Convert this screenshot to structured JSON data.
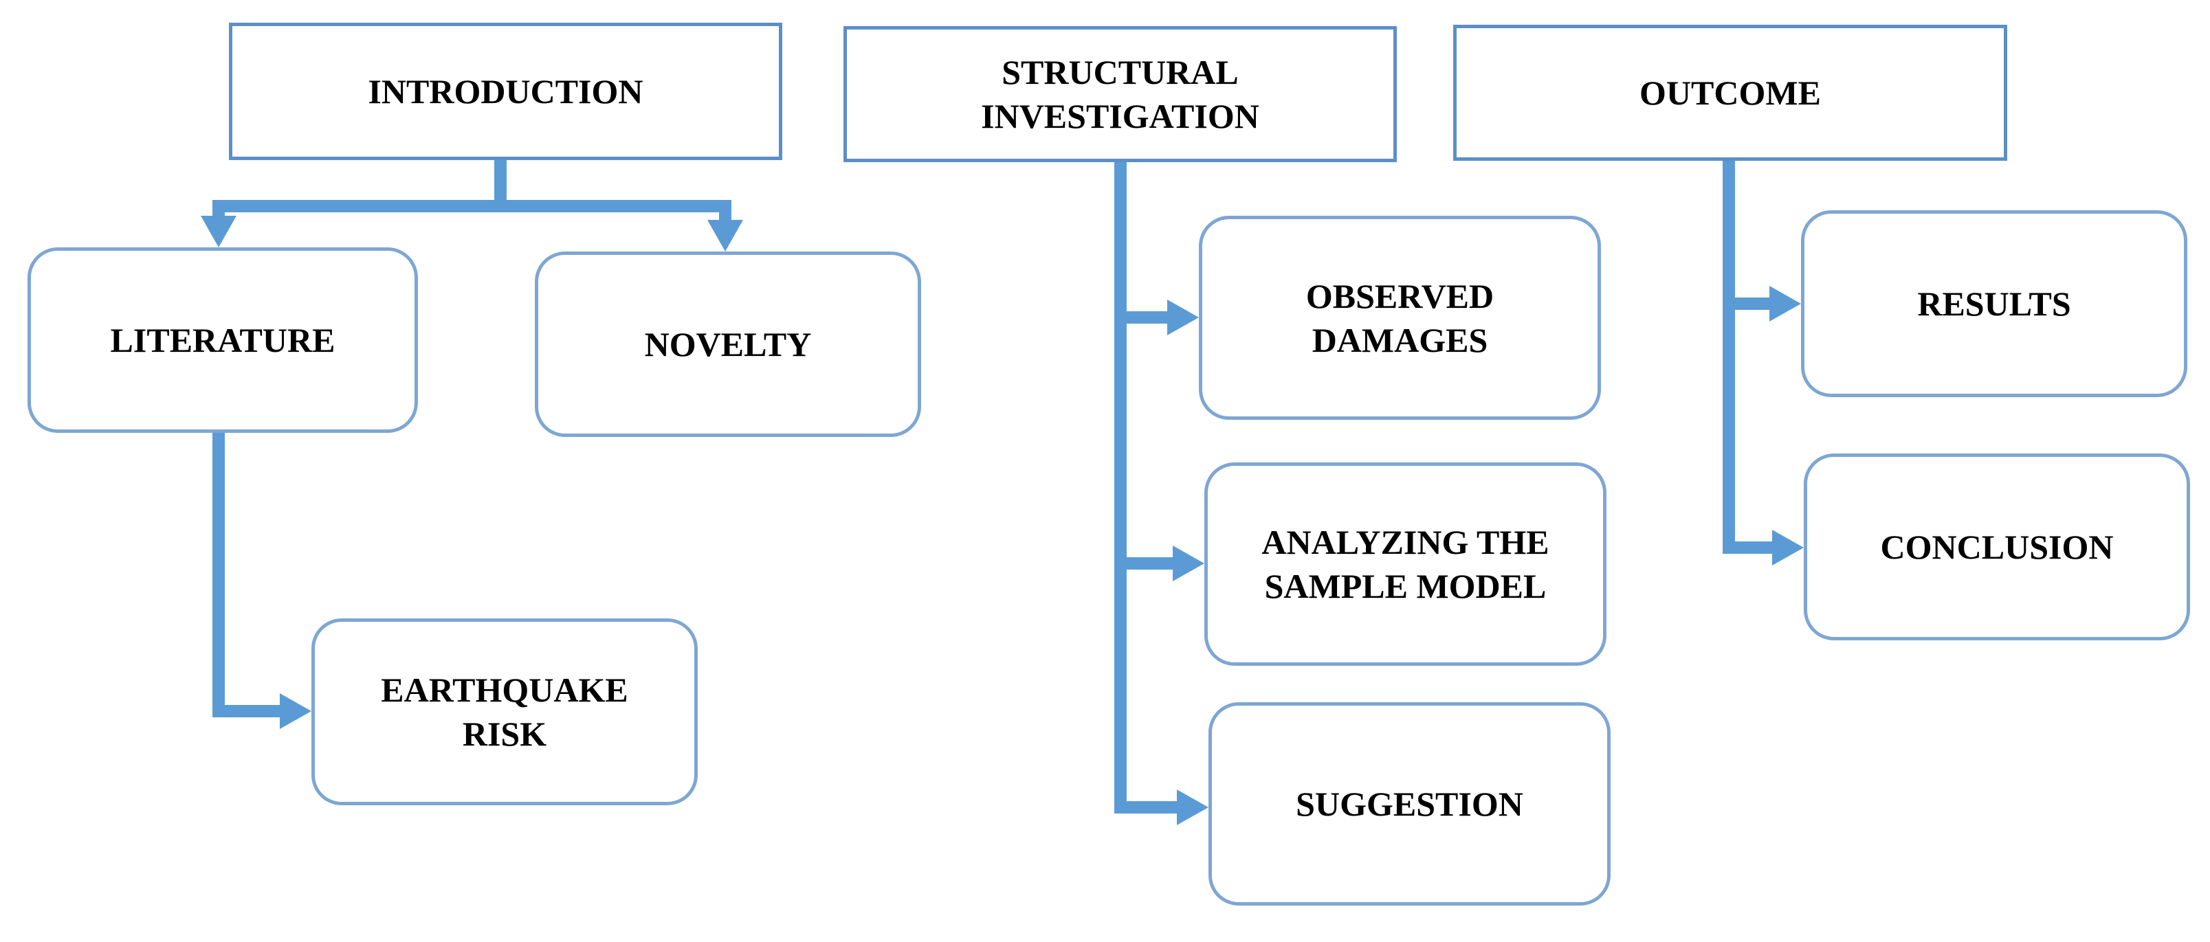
{
  "colors": {
    "connector": "#5b9bd5",
    "box_border": "#5b8fc9",
    "rounded_box_border": "#7ea6d4",
    "text": "#000000",
    "background": "#ffffff"
  },
  "headers": {
    "introduction": "INTRODUCTION",
    "structural_investigation": "STRUCTURAL\nINVESTIGATION",
    "outcome": "OUTCOME"
  },
  "nodes": {
    "literature": "LITERATURE",
    "novelty": "NOVELTY",
    "earthquake_risk": "EARTHQUAKE\nRISK",
    "observed_damages": "OBSERVED\nDAMAGES",
    "analyzing_sample_model": "ANALYZING THE\nSAMPLE MODEL",
    "suggestion": "SUGGESTION",
    "results": "RESULTS",
    "conclusion": "CONCLUSION"
  }
}
